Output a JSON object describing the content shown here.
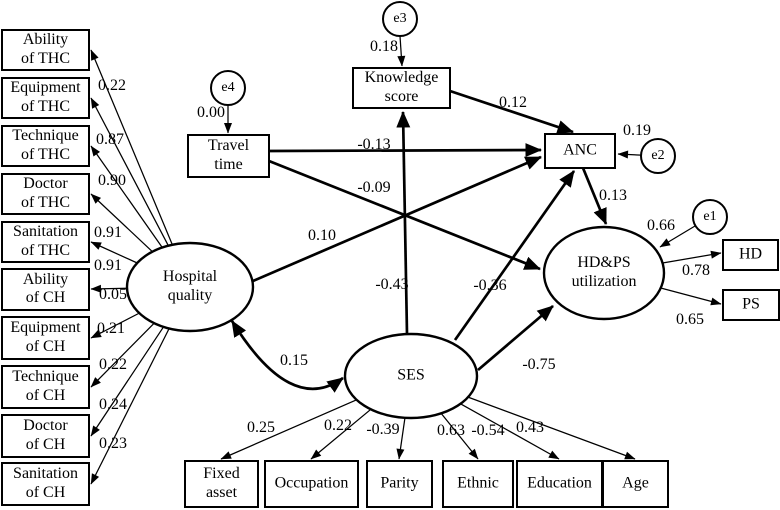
{
  "figure": {
    "description": "SEM path diagram",
    "colors": {
      "line": "#000000",
      "background": "#ffffff",
      "text": "#000000"
    },
    "nodes": [
      {
        "id": "ability_thc",
        "label": "Ability\nof THC",
        "kind": "observed"
      },
      {
        "id": "equipment_thc",
        "label": "Equipment\nof THC",
        "kind": "observed"
      },
      {
        "id": "technique_thc",
        "label": "Technique\nof THC",
        "kind": "observed"
      },
      {
        "id": "doctor_thc",
        "label": "Doctor\nof THC",
        "kind": "observed"
      },
      {
        "id": "sanitation_thc",
        "label": "Sanitation\nof THC",
        "kind": "observed"
      },
      {
        "id": "ability_ch",
        "label": "Ability\nof CH",
        "kind": "observed"
      },
      {
        "id": "equipment_ch",
        "label": "Equipment\nof CH",
        "kind": "observed"
      },
      {
        "id": "technique_ch",
        "label": "Technique\nof CH",
        "kind": "observed"
      },
      {
        "id": "doctor_ch",
        "label": "Doctor\nof CH",
        "kind": "observed"
      },
      {
        "id": "sanitation_ch",
        "label": "Sanitation\nof CH",
        "kind": "observed"
      },
      {
        "id": "travel_time",
        "label": "Travel\ntime",
        "kind": "observed"
      },
      {
        "id": "knowledge_score",
        "label": "Knowledge\nscore",
        "kind": "observed"
      },
      {
        "id": "anc",
        "label": "ANC",
        "kind": "observed"
      },
      {
        "id": "hd",
        "label": "HD",
        "kind": "observed"
      },
      {
        "id": "ps",
        "label": "PS",
        "kind": "observed"
      },
      {
        "id": "fixed_asset",
        "label": "Fixed\nasset",
        "kind": "observed"
      },
      {
        "id": "occupation",
        "label": "Occupation",
        "kind": "observed"
      },
      {
        "id": "parity",
        "label": "Parity",
        "kind": "observed"
      },
      {
        "id": "ethnic",
        "label": "Ethnic",
        "kind": "observed"
      },
      {
        "id": "education",
        "label": "Education",
        "kind": "observed"
      },
      {
        "id": "age",
        "label": "Age",
        "kind": "observed"
      },
      {
        "id": "hospital_quality",
        "label": "Hospital\nquality",
        "kind": "latent"
      },
      {
        "id": "ses",
        "label": "SES",
        "kind": "latent"
      },
      {
        "id": "hdps_utilization",
        "label": "HD&PS\nutilization",
        "kind": "latent"
      },
      {
        "id": "e1",
        "label": "e1",
        "kind": "error"
      },
      {
        "id": "e2",
        "label": "e2",
        "kind": "error"
      },
      {
        "id": "e3",
        "label": "e3",
        "kind": "error"
      },
      {
        "id": "e4",
        "label": "e4",
        "kind": "error"
      }
    ],
    "edges": [
      {
        "id": "hq_ability_thc",
        "from": "hospital_quality",
        "to": "ability_thc",
        "value": "0.22",
        "kind": "measurement"
      },
      {
        "id": "hq_equipment_thc",
        "from": "hospital_quality",
        "to": "equipment_thc",
        "value": "0.87",
        "kind": "measurement"
      },
      {
        "id": "hq_technique_thc",
        "from": "hospital_quality",
        "to": "technique_thc",
        "value": "0.90",
        "kind": "measurement"
      },
      {
        "id": "hq_doctor_thc",
        "from": "hospital_quality",
        "to": "doctor_thc",
        "value": "0.91",
        "kind": "measurement"
      },
      {
        "id": "hq_sanitation_thc",
        "from": "hospital_quality",
        "to": "sanitation_thc",
        "value": "0.91",
        "kind": "measurement"
      },
      {
        "id": "hq_ability_ch",
        "from": "hospital_quality",
        "to": "ability_ch",
        "value": "0.05",
        "kind": "measurement"
      },
      {
        "id": "hq_equipment_ch",
        "from": "hospital_quality",
        "to": "equipment_ch",
        "value": "0.21",
        "kind": "measurement"
      },
      {
        "id": "hq_technique_ch",
        "from": "hospital_quality",
        "to": "technique_ch",
        "value": "0.22",
        "kind": "measurement"
      },
      {
        "id": "hq_doctor_ch",
        "from": "hospital_quality",
        "to": "doctor_ch",
        "value": "0.24",
        "kind": "measurement"
      },
      {
        "id": "hq_sanitation_ch",
        "from": "hospital_quality",
        "to": "sanitation_ch",
        "value": "0.23",
        "kind": "measurement"
      },
      {
        "id": "ses_fixed_asset",
        "from": "ses",
        "to": "fixed_asset",
        "value": "0.25",
        "kind": "measurement"
      },
      {
        "id": "ses_occupation",
        "from": "ses",
        "to": "occupation",
        "value": "0.22",
        "kind": "measurement"
      },
      {
        "id": "ses_parity",
        "from": "ses",
        "to": "parity",
        "value": "-0.39",
        "kind": "measurement"
      },
      {
        "id": "ses_ethnic",
        "from": "ses",
        "to": "ethnic",
        "value": "0.63",
        "kind": "measurement"
      },
      {
        "id": "ses_education",
        "from": "ses",
        "to": "education",
        "value": "-0.54",
        "kind": "measurement"
      },
      {
        "id": "ses_age",
        "from": "ses",
        "to": "age",
        "value": "0.43",
        "kind": "measurement"
      },
      {
        "id": "hdps_hd",
        "from": "hdps_utilization",
        "to": "hd",
        "value": "0.78",
        "kind": "measurement"
      },
      {
        "id": "hdps_ps",
        "from": "hdps_utilization",
        "to": "ps",
        "value": "0.65",
        "kind": "measurement"
      },
      {
        "id": "e1_hdps",
        "from": "e1",
        "to": "hdps_utilization",
        "value": "0.66",
        "kind": "measurement"
      },
      {
        "id": "e2_anc",
        "from": "e2",
        "to": "anc",
        "value": "0.19",
        "kind": "measurement"
      },
      {
        "id": "e3_knowledge",
        "from": "e3",
        "to": "knowledge_score",
        "value": "0.18",
        "kind": "measurement"
      },
      {
        "id": "e4_travel",
        "from": "e4",
        "to": "travel_time",
        "value": "0.00",
        "kind": "measurement"
      },
      {
        "id": "knowledge_anc",
        "from": "knowledge_score",
        "to": "anc",
        "value": "0.12",
        "kind": "structural"
      },
      {
        "id": "travel_anc",
        "from": "travel_time",
        "to": "anc",
        "value": "-0.13",
        "kind": "structural"
      },
      {
        "id": "travel_hdps",
        "from": "travel_time",
        "to": "hdps_utilization",
        "value": "-0.09",
        "kind": "structural"
      },
      {
        "id": "hq_anc",
        "from": "hospital_quality",
        "to": "anc",
        "value": "0.10",
        "kind": "structural"
      },
      {
        "id": "ses_knowledge",
        "from": "ses",
        "to": "knowledge_score",
        "value": "-0.43",
        "kind": "structural"
      },
      {
        "id": "ses_anc",
        "from": "ses",
        "to": "anc",
        "value": "-0.36",
        "kind": "structural"
      },
      {
        "id": "ses_hdps",
        "from": "ses",
        "to": "hdps_utilization",
        "value": "-0.75",
        "kind": "structural"
      },
      {
        "id": "anc_hdps",
        "from": "anc",
        "to": "hdps_utilization",
        "value": "0.13",
        "kind": "structural"
      },
      {
        "id": "hq_ses",
        "from": "hospital_quality",
        "to": "ses",
        "value": "0.15",
        "kind": "covariance"
      }
    ]
  }
}
